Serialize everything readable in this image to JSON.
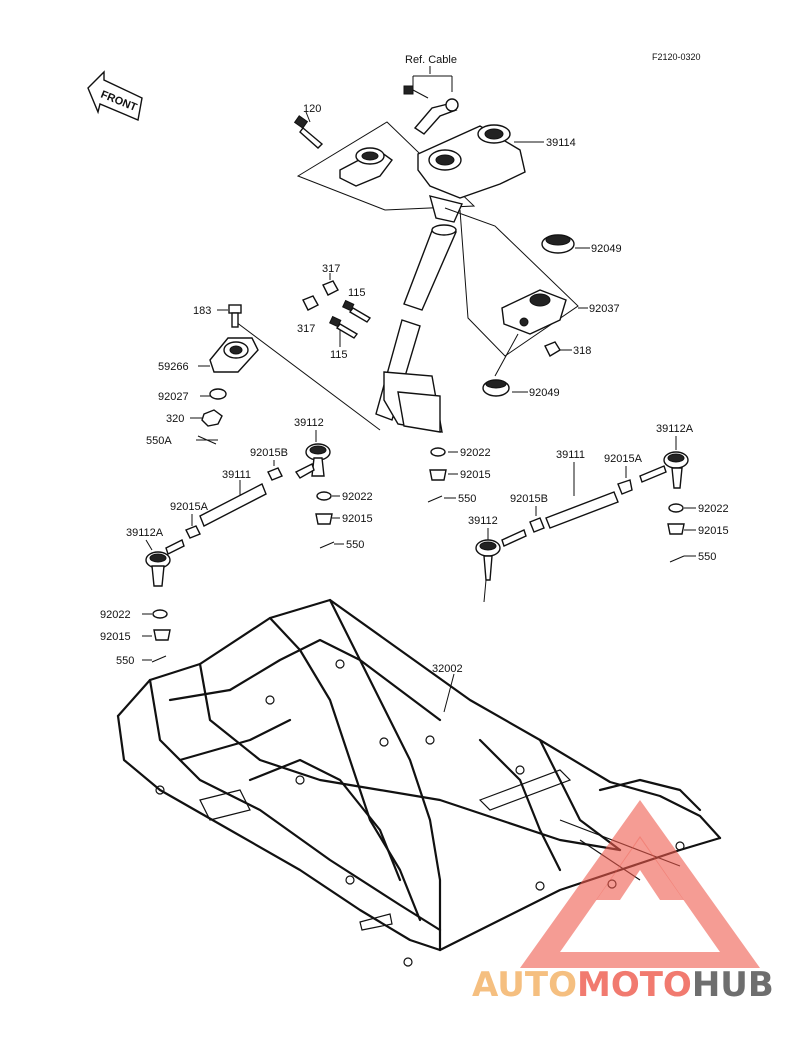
{
  "diagram_code": "F2120-0320",
  "front_label": "FRONT",
  "ref_label": "Ref. Cable",
  "labels": {
    "l120": "120",
    "l39114": "39114",
    "l92049a": "92049",
    "l92037": "92037",
    "l318": "318",
    "l92049b": "92049",
    "l317a": "317",
    "l115a": "115",
    "l317b": "317",
    "l115b": "115",
    "l183": "183",
    "l59266": "59266",
    "l92027": "92027",
    "l320": "320",
    "l550A": "550A",
    "l39112a": "39112",
    "l92015Ba": "92015B",
    "l39111a": "39111",
    "l92015Aa": "92015A",
    "l39112Aa": "39112A",
    "l92022a": "92022",
    "l92015a": "92015",
    "l550a": "550",
    "l92022b": "92022",
    "l92015b": "92015",
    "l550b": "550",
    "l39112Ab": "39112A",
    "l92015Ab": "92015A",
    "l39111b": "39111",
    "l92015Bb": "92015B",
    "l39112b": "39112",
    "l92022c": "92022",
    "l92015c": "92015",
    "l550c": "550",
    "l92022d": "92022",
    "l92015d": "92015",
    "l550d": "550",
    "l32002": "32002"
  },
  "watermark": {
    "part1": "AUTO",
    "part2": "MOTO",
    "part3": "HUB",
    "color1": "#f3b061",
    "color2": "#ee5a4c",
    "color3": "#4a4a4a"
  }
}
